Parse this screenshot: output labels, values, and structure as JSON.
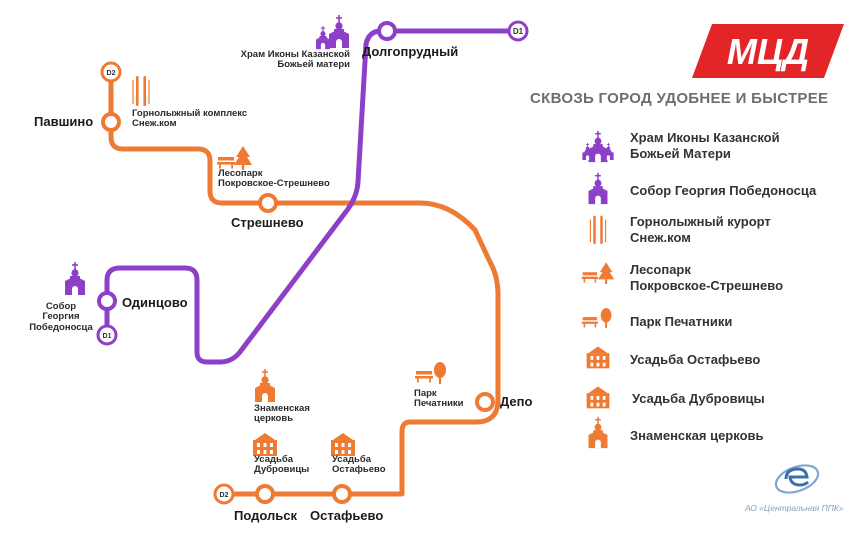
{
  "colors": {
    "d1": "#8e3fc7",
    "d2": "#ee7a33",
    "brand_red": "#e42528"
  },
  "brand": {
    "logo_text": "МЦД",
    "tagline": "СКВОЗЬ ГОРОД УДОБНЕЕ И БЫСТРЕЕ"
  },
  "lines": {
    "d1": {
      "badge": "D1",
      "color": "#8e3fc7"
    },
    "d2": {
      "badge": "D2",
      "color": "#ee7a33"
    }
  },
  "stations": {
    "dolgoprudny": "Долгопрудный",
    "pavshino": "Павшино",
    "streshnevo": "Стрешнево",
    "odintsovo": "Одинцово",
    "depo": "Депо",
    "podolsk": "Подольск",
    "ostafyevo": "Остафьево"
  },
  "map_pois": {
    "kazan_temple": [
      "Храм Иконы Казанской",
      "Божьей матери"
    ],
    "ski_complex": [
      "Горнолыжный комплекс",
      "Снеж.ком"
    ],
    "forest_park": [
      "Лесопарк",
      "Покровское-Стрешнево"
    ],
    "st_george": [
      "Собор",
      "Георгия",
      "Победоносца"
    ],
    "pechatniki_park": [
      "Парк",
      "Печатники"
    ],
    "znamenskaya": [
      "Знаменская",
      "церковь"
    ],
    "dubrovitsy": [
      "Усадьба",
      "Дубровицы"
    ],
    "ostafyevo_estate": [
      "Усадьба",
      "Остафьево"
    ]
  },
  "legend": [
    {
      "icon": "church-icon",
      "color": "#8e3fc7",
      "lines": [
        "Храм Иконы Казанской",
        "Божьей Матери"
      ]
    },
    {
      "icon": "cathedral-icon",
      "color": "#8e3fc7",
      "lines": [
        "Собор Георгия Победоносца"
      ]
    },
    {
      "icon": "ski-icon",
      "color": "#ee7a33",
      "lines": [
        "Горнолыжный курорт",
        "Снеж.ком"
      ]
    },
    {
      "icon": "forest-park-icon",
      "color": "#ee7a33",
      "lines": [
        "Лесопарк",
        "Покровское-Стрешнево"
      ]
    },
    {
      "icon": "park-icon",
      "color": "#ee7a33",
      "lines": [
        "Парк Печатники"
      ]
    },
    {
      "icon": "manor-icon",
      "color": "#ee7a33",
      "lines": [
        "Усадьба Остафьево"
      ]
    },
    {
      "icon": "manor-icon",
      "color": "#ee7a33",
      "lines": [
        "Усадьба Дубровицы"
      ]
    },
    {
      "icon": "church-icon",
      "color": "#ee7a33",
      "lines": [
        "Знаменская церковь"
      ]
    }
  ],
  "footer": {
    "company": "АО «Центральная ППК»"
  }
}
